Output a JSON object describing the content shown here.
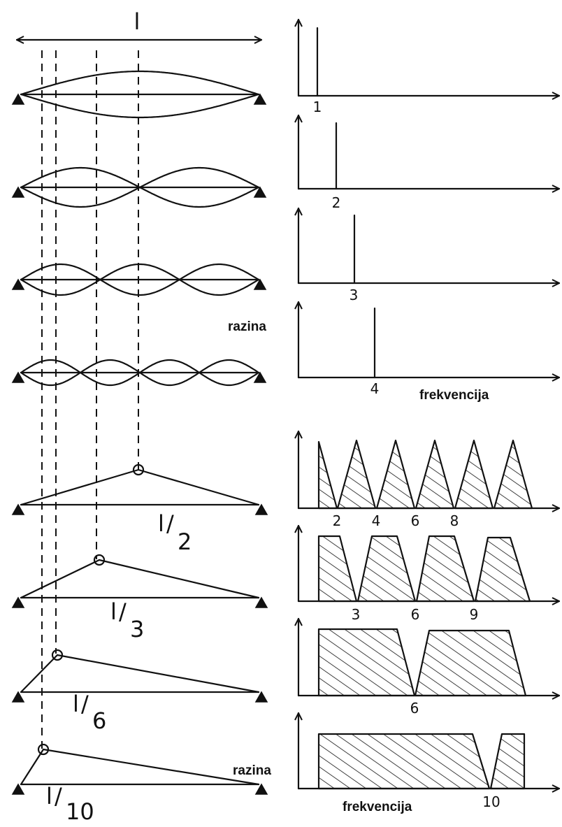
{
  "span_label": "l",
  "axis_labels": {
    "level": "razina",
    "frequency": "frekvencija"
  },
  "mode_spectra": [
    {
      "label": "1"
    },
    {
      "label": "2"
    },
    {
      "label": "3"
    },
    {
      "label": "4"
    }
  ],
  "excitation_beams": [
    {
      "label_num": "l",
      "label_den": "2",
      "spectrum_labels": [
        "2",
        "4",
        "6",
        "8"
      ]
    },
    {
      "label_num": "l",
      "label_den": "3",
      "spectrum_labels": [
        "3",
        "6",
        "9"
      ]
    },
    {
      "label_num": "l",
      "label_den": "6",
      "spectrum_labels": [
        "6"
      ]
    },
    {
      "label_num": "l",
      "label_den": "10",
      "spectrum_labels": [
        "10"
      ]
    }
  ],
  "colors": {
    "ink": "#111111",
    "background": "#ffffff"
  }
}
